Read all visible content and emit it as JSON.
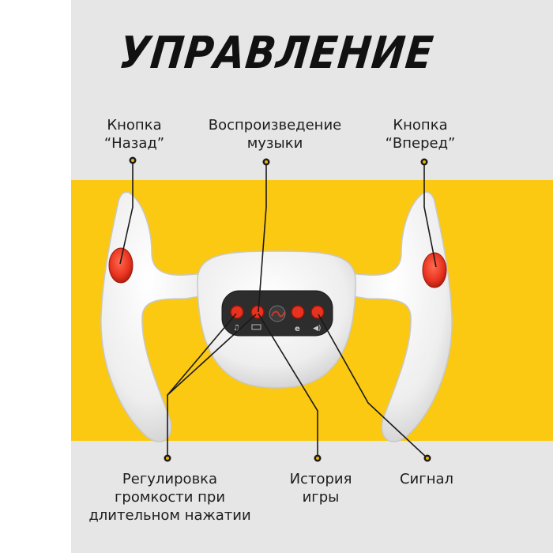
{
  "title": "УПРАВЛЕНИЕ",
  "labels": {
    "back": [
      "Кнопка",
      "“Назад”"
    ],
    "music": [
      "Воспроизведение",
      "музыки"
    ],
    "forward": [
      "Кнопка",
      "“Вперед”"
    ],
    "volume": [
      "Регулировка",
      "громкости при",
      "длительном нажатии"
    ],
    "story": [
      "История",
      "игры"
    ],
    "signal": [
      "Сигнал"
    ]
  },
  "icons": [
    "music-note-icon",
    "story-icon",
    "logo-wave-icon",
    "e-icon",
    "speaker-icon"
  ],
  "colors": {
    "band": "#fbc812",
    "background": "#e6e6e6",
    "button_red": "#e8321f",
    "pointer_dot": "#f0b400",
    "line": "#1a1a1a"
  }
}
